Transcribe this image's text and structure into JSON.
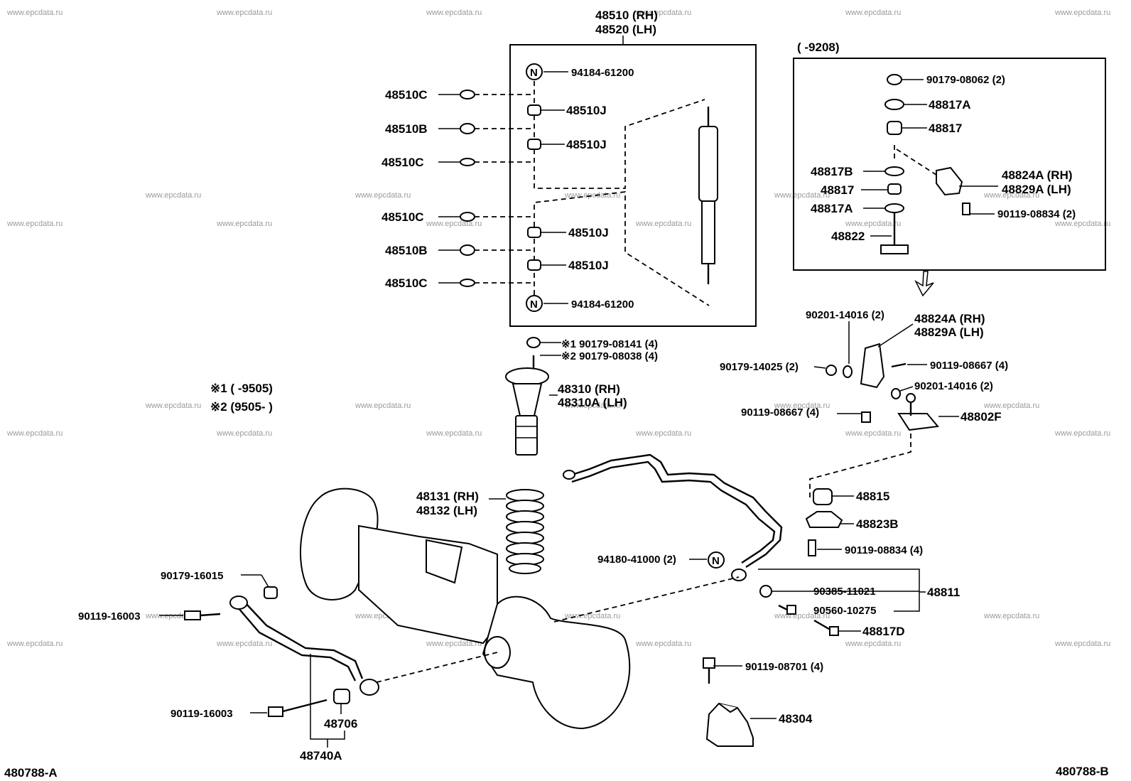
{
  "watermark": "www.epcdata.ru",
  "corner_left": "480788-A",
  "corner_right": "480788-B",
  "shock": {
    "top_rh": "48510 (RH)",
    "top_lh": "48520 (LH)",
    "washer_c1": "48510C",
    "washer_b1": "48510B",
    "washer_c2": "48510C",
    "washer_c3": "48510C",
    "washer_b2": "48510B",
    "washer_c4": "48510C",
    "bush_j1": "48510J",
    "bush_j2": "48510J",
    "bush_j3": "48510J",
    "bush_j4": "48510J",
    "nut_top": "94184-61200",
    "nut_bottom": "94184-61200",
    "new_symbol": "N"
  },
  "inset": {
    "range": "(       -9208)",
    "nut": "90179-08062 (2)",
    "cushion_a_top": "48817A",
    "cushion_top": "48817",
    "retainer_b": "48817B",
    "cushion_mid": "48817",
    "retainer_a": "48817A",
    "link": "48822",
    "bracket_rh": "48824A (RH)",
    "bracket_lh": "48829A (LH)",
    "bolt": "90119-08834 (2)"
  },
  "bump": {
    "nut1": "※1 90179-08141 (4)",
    "nut2": "※2 90179-08038 (4)",
    "stopper_rh": "48310 (RH)",
    "stopper_lh": "48310A (LH)",
    "note1": "※1 (       -9505)",
    "note2": "※2  (9505-       )"
  },
  "spring": {
    "rh": "48131 (RH)",
    "lh": "48132 (LH)"
  },
  "lower_link": {
    "nut": "90179-16015",
    "bolt_front": "90119-16003",
    "bolt_rear": "90119-16003",
    "bushing": "48706",
    "assy": "48740A"
  },
  "stabilizer": {
    "nut_new": "94180-41000 (2)",
    "link_assy": "48811",
    "nut_link": "90385-11021",
    "bolt_link": "90560-10275",
    "bolt_d": "48817D",
    "bolt_bumper": "90119-08701 (4)",
    "bumper": "48304",
    "clamp_bolt": "90119-08834 (4)",
    "bracket": "48823B",
    "bushing": "48815",
    "link_bracket": "48802F",
    "washer_right": "90201-14016 (2)",
    "bolt_small": "90119-08667 (4)",
    "bolt_right": "90119-08667 (4)",
    "nut_left": "90179-14025 (2)",
    "washer_top": "90201-14016 (2)",
    "bracket_rh": "48824A (RH)",
    "bracket_lh": "48829A (LH)"
  }
}
